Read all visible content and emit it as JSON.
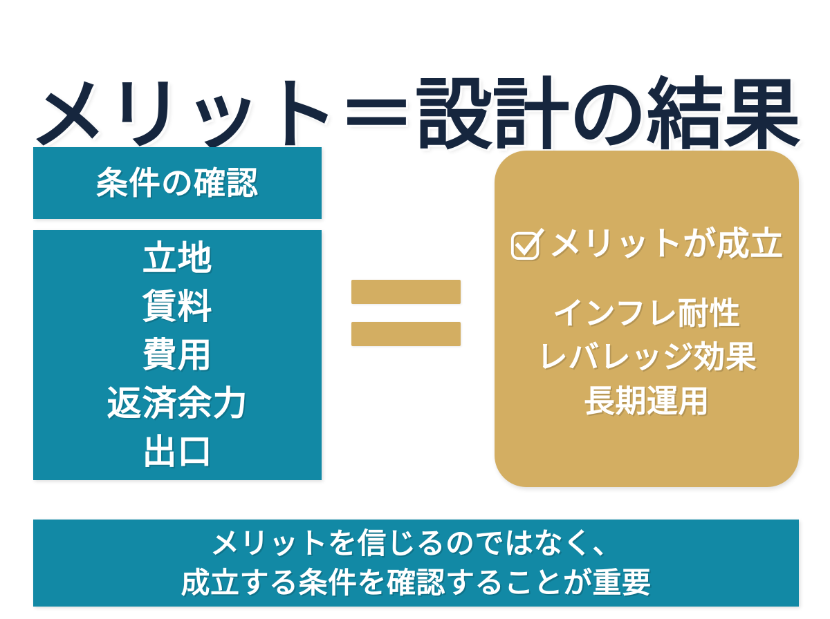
{
  "title": "メリット＝設計の結果",
  "colors": {
    "background": "#ffffff",
    "title_navy": "#16263e",
    "teal": "#1289a5",
    "gold": "#d3ae62",
    "text_on_color": "#ffffff"
  },
  "left_panel": {
    "header": "条件の確認",
    "items": [
      "立地",
      "賃料",
      "費用",
      "返済余力",
      "出口"
    ]
  },
  "operator": {
    "symbol": "=",
    "icon_name": "equals-sign",
    "bars": 2
  },
  "right_panel": {
    "check_icon": "checkbox-checked-icon",
    "header": "メリットが成立",
    "items": [
      "インフレ耐性",
      "レバレッジ効果",
      "長期運用"
    ]
  },
  "banner": {
    "line1": "メリットを信じるのではなく、",
    "line2": "成立する条件を確認することが重要"
  }
}
